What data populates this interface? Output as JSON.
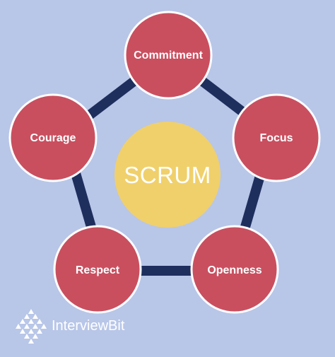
{
  "center": {
    "label": "SCRUM"
  },
  "values": [
    {
      "label": "Commitment"
    },
    {
      "label": "Focus"
    },
    {
      "label": "Openness"
    },
    {
      "label": "Respect"
    },
    {
      "label": "Courage"
    }
  ],
  "brand": {
    "name": "InterviewBit",
    "icon": "interviewbit-logo-icon"
  },
  "colors": {
    "background": "#b8c6e8",
    "ring": "#1e2f5e",
    "value_circle": "#c94f5f",
    "value_circle_border": "#ffffff",
    "center_circle": "#f0d06b",
    "text": "#ffffff"
  }
}
